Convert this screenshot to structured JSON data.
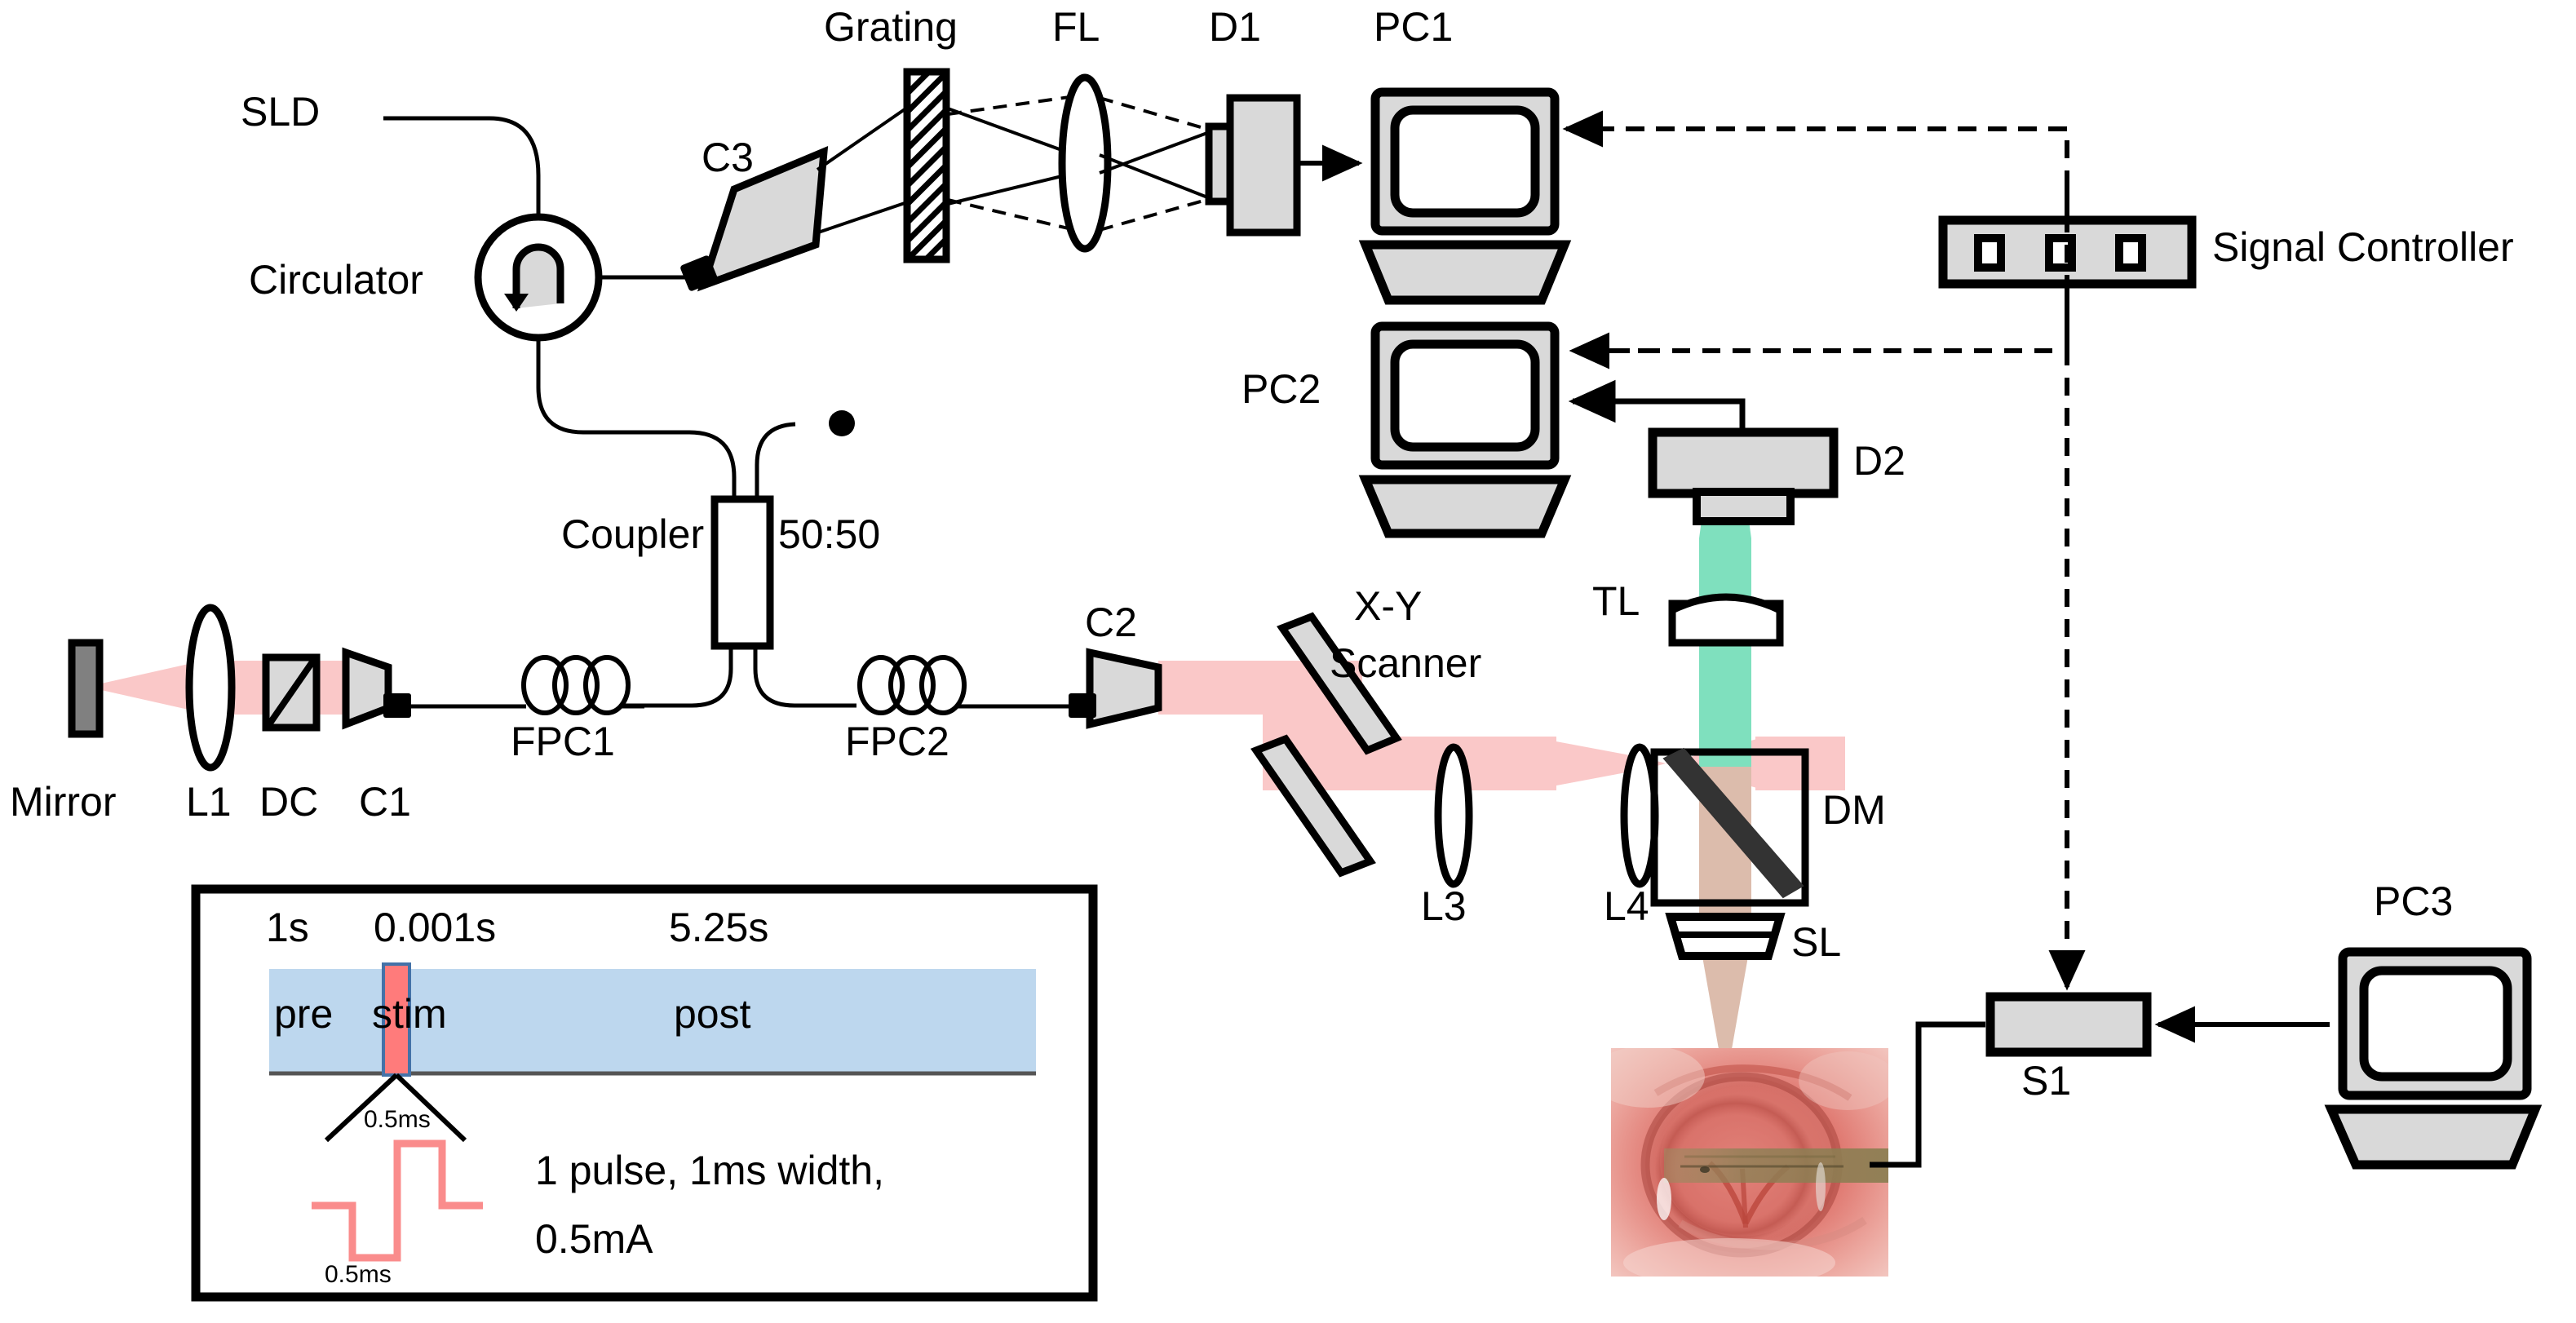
{
  "figure": {
    "type": "optical-system-schematic",
    "title": "Spectral-domain OCT and fluorescence imaging setup with electrical stimulation"
  },
  "source_arm": {
    "sld_label": "SLD",
    "circulator_label": "Circulator"
  },
  "spectrometer": {
    "collimator_label": "C3",
    "grating_label": "Grating",
    "focusing_lens_label": "FL",
    "detector_label": "D1",
    "computer_label": "PC1"
  },
  "coupler": {
    "name_label": "Coupler",
    "ratio_label": "50:50"
  },
  "reference_arm": {
    "mirror_label": "Mirror",
    "lens_label": "L1",
    "dispersion_label": "DC",
    "collimator_label": "C1",
    "polarization_controller_label": "FPC1"
  },
  "sample_arm": {
    "polarization_controller_label": "FPC2",
    "collimator_label": "C2",
    "scanner_label_line1": "X-Y",
    "scanner_label_line2": "Scanner",
    "lens3_label": "L3",
    "lens4_label": "L4",
    "dichroic_label": "DM",
    "scan_lens_label": "SL",
    "tube_lens_label": "TL",
    "detector_label": "D2",
    "computer_label": "PC2"
  },
  "control": {
    "signal_controller_label": "Signal Controller",
    "stimulator_label": "S1",
    "stimulator_computer_label": "PC3"
  },
  "timing_panel": {
    "duration_pre": "1s",
    "duration_stim": "0.001s",
    "duration_post": "5.25s",
    "phase_pre": "pre",
    "phase_stim": "stim",
    "phase_post": "post",
    "pulse_upper_label": "0.5ms",
    "pulse_lower_label": "0.5ms",
    "description_line1": "1 pulse, 1ms width,",
    "description_line2": "0.5mA"
  },
  "colors": {
    "oct_beam": "#FAC8C8",
    "fluor_beam": "#7FE0BE",
    "sample_beam": "#DCBCAC",
    "timeline_band": "#BDD7EE",
    "stim_marker": "#FF7B7B",
    "pulse_trace": "#FA8C8C",
    "component_fill": "#D9D9D9",
    "mirror_fill": "#808080",
    "outline": "#000000"
  }
}
